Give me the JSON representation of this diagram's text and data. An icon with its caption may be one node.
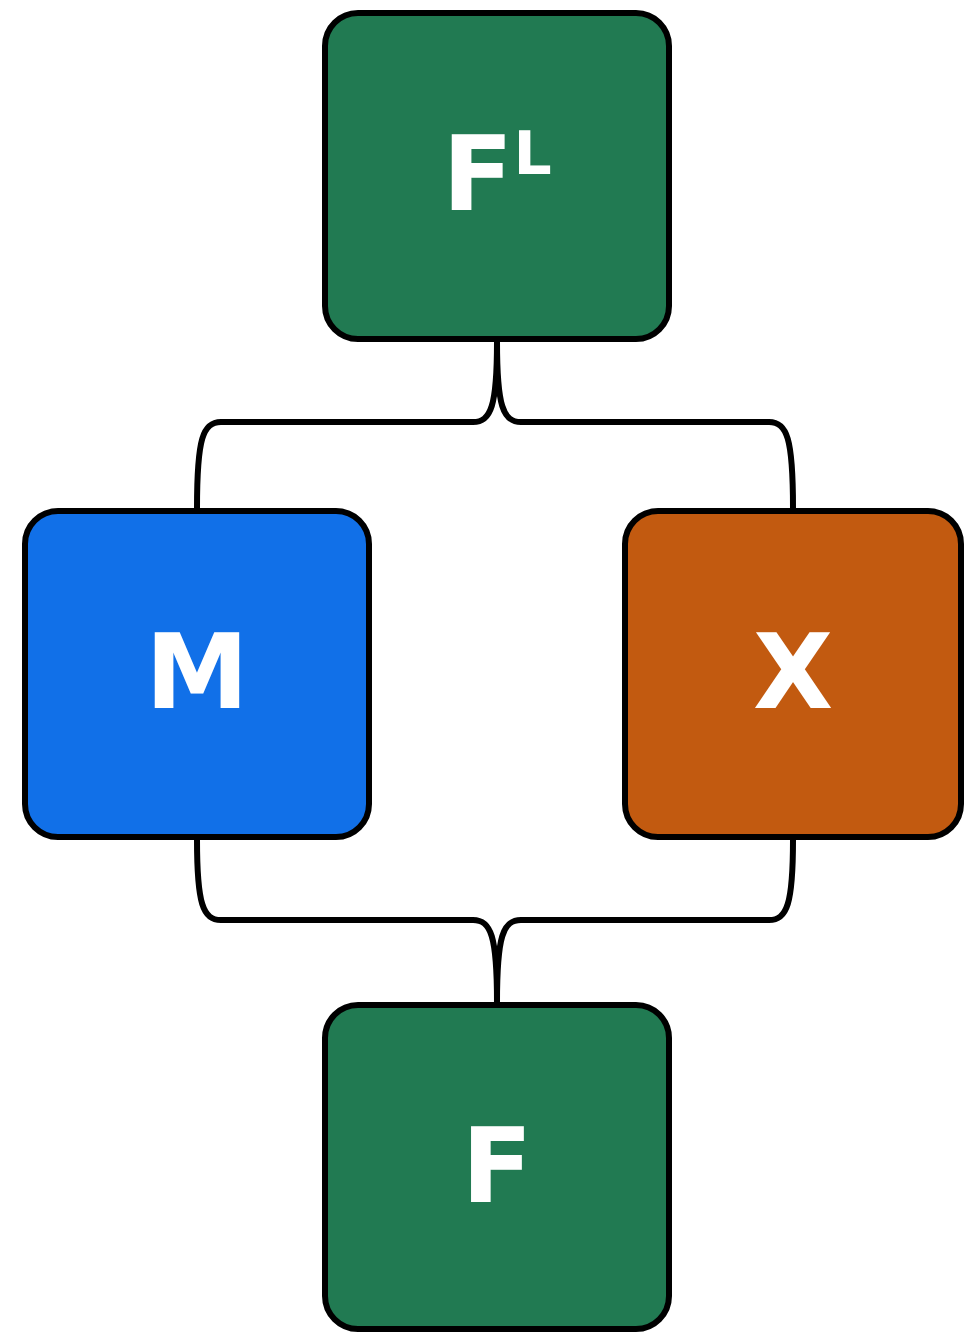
{
  "diagram": {
    "nodes": [
      {
        "text": [
          "F$^{L}$"
        ]
      },
      {
        "text": [
          "M"
        ]
      },
      {
        "text": [
          "X"
        ]
      },
      {
        "text": [
          "F"
        ]
      }
    ],
    "edges": [
      {
        "from": 0,
        "to": 1,
        "arrow": "none"
      },
      {
        "from": 0,
        "to": 2,
        "arrow": "none"
      },
      {
        "from": 1,
        "to": 3,
        "arrow": "none"
      },
      {
        "from": 2,
        "to": 3,
        "arrow": "none"
      }
    ]
  }
}
